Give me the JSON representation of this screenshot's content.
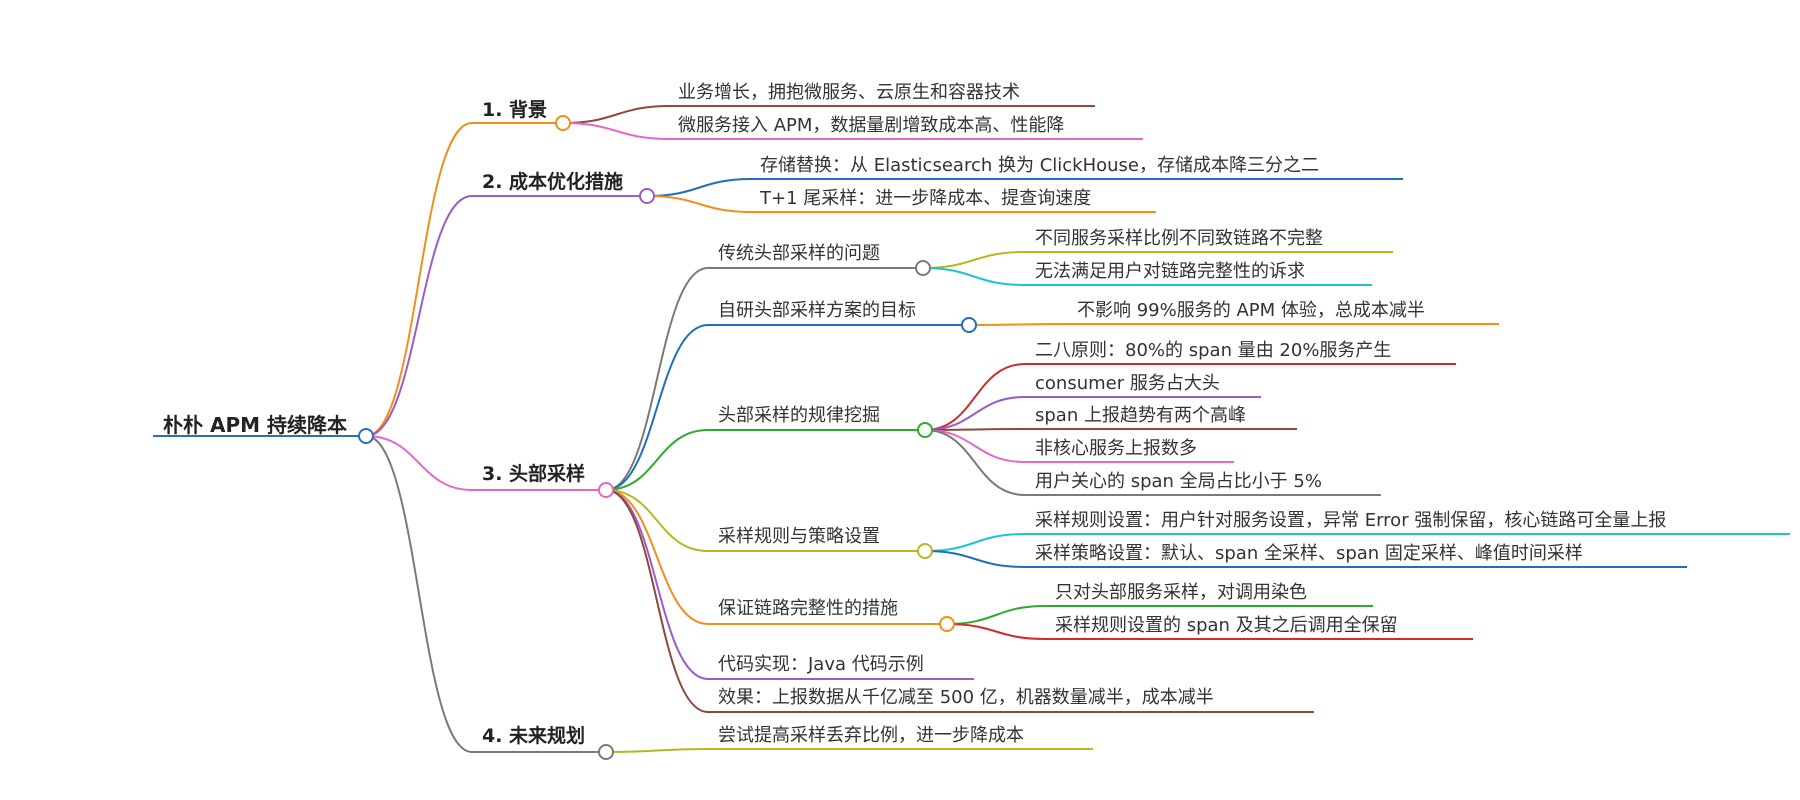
{
  "mindmap": {
    "root": {
      "label": "朴朴 APM 持续降本",
      "color": "#2f6eb5"
    },
    "branches": [
      {
        "label": "1. 背景",
        "color": "#f28e1c",
        "children": [
          {
            "label": "业务增长，拥抱微服务、云原生和容器技术",
            "color": "#8b4a3c"
          },
          {
            "label": "微服务接入 APM，数据量剧增致成本高、性能降",
            "color": "#e866c8"
          }
        ]
      },
      {
        "label": "2. 成本优化措施",
        "color": "#9b5cc6",
        "children": [
          {
            "label": "存储替换：从 Elasticsearch 换为 ClickHouse，存储成本降三分之二",
            "color": "#1e6fc0"
          },
          {
            "label": "T+1 尾采样：进一步降成本、提查询速度",
            "color": "#f28e1c"
          }
        ]
      },
      {
        "label": "3. 头部采样",
        "color": "#e866c8",
        "children": [
          {
            "label": "传统头部采样的问题",
            "color": "#7a7a7a",
            "children": [
              {
                "label": "不同服务采样比例不同致链路不完整",
                "color": "#b5b81e"
              },
              {
                "label": "无法满足用户对链路完整性的诉求",
                "color": "#1ec3d1"
              }
            ]
          },
          {
            "label": "自研头部采样方案的目标",
            "color": "#1e6fc0",
            "children": [
              {
                "label": "不影响 99%服务的 APM 体验，总成本减半",
                "color": "#f28e1c"
              }
            ]
          },
          {
            "label": "头部采样的规律挖掘",
            "color": "#2eaa2e",
            "children": [
              {
                "label": "二八原则：80%的 span 量由 20%服务产生",
                "color": "#d42a2a"
              },
              {
                "label": "consumer 服务占大头",
                "color": "#9b5cc6"
              },
              {
                "label": "span 上报趋势有两个高峰",
                "color": "#8b4a3c"
              },
              {
                "label": "非核心服务上报数多",
                "color": "#e866c8"
              },
              {
                "label": "用户关心的 span 全局占比小于 5%",
                "color": "#7a7a7a"
              }
            ]
          },
          {
            "label": "采样规则与策略设置",
            "color": "#b5b81e",
            "children": [
              {
                "label": "采样规则设置：用户针对服务设置，异常 Error 强制保留，核心链路可全量上报",
                "color": "#1ec3d1"
              },
              {
                "label": "采样策略设置：默认、span 全采样、span 固定采样、峰值时间采样",
                "color": "#1e6fc0"
              }
            ]
          },
          {
            "label": "保证链路完整性的措施",
            "color": "#f28e1c",
            "children": [
              {
                "label": "只对头部服务采样，对调用染色",
                "color": "#2eaa2e"
              },
              {
                "label": "采样规则设置的 span 及其之后调用全保留",
                "color": "#d42a2a"
              }
            ]
          },
          {
            "label": "代码实现：Java 代码示例",
            "color": "#9b5cc6",
            "children": []
          },
          {
            "label": "效果：上报数据从千亿减至 500 亿，机器数量减半，成本减半",
            "color": "#8b4a3c",
            "children": []
          }
        ]
      },
      {
        "label": "4. 未来规划",
        "color": "#7a7a7a",
        "children": [
          {
            "label": "尝试提高采样丢弃比例，进一步降成本",
            "color": "#b5b81e"
          }
        ]
      }
    ]
  }
}
